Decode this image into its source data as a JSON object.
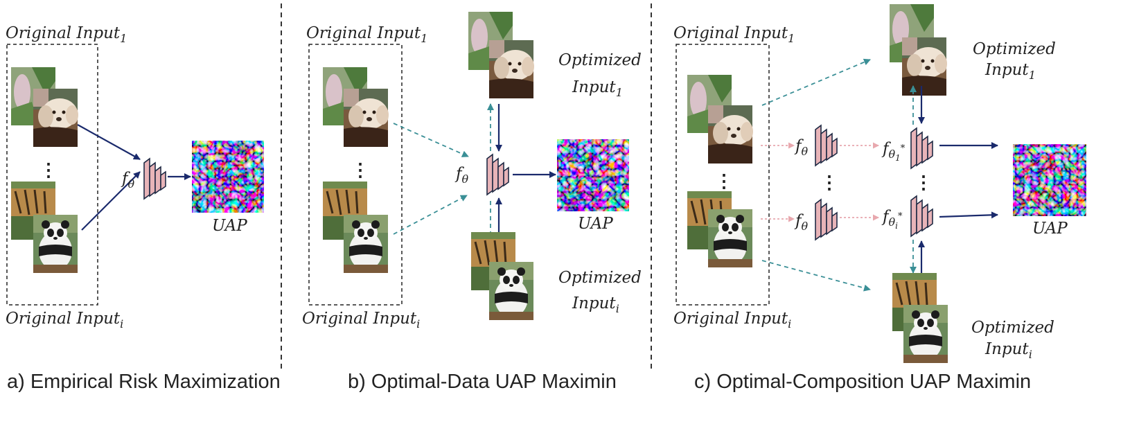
{
  "panels": [
    {
      "caption": "a) Empirical Risk Maximization",
      "original_top": {
        "base": "Original Input",
        "sub": "1"
      },
      "original_bottom": {
        "base": "Original Input",
        "sub": "i"
      },
      "model": {
        "base": "f",
        "sub": "θ"
      },
      "output": "UAP",
      "ellipsis": "⋮"
    },
    {
      "caption": "b) Optimal-Data UAP Maximin",
      "original_top": {
        "base": "Original Input",
        "sub": "1"
      },
      "original_bottom": {
        "base": "Original Input",
        "sub": "i"
      },
      "optimized_top": {
        "line1": "Optimized",
        "base": "Input",
        "sub": "1"
      },
      "optimized_bottom": {
        "line1": "Optimized",
        "base": "Input",
        "sub": "i"
      },
      "model": {
        "base": "f",
        "sub": "θ"
      },
      "output": "UAP",
      "ellipsis": "⋮"
    },
    {
      "caption": "c) Optimal-Composition UAP Maximin",
      "original_top": {
        "base": "Original Input",
        "sub": "1"
      },
      "original_bottom": {
        "base": "Original Input",
        "sub": "i"
      },
      "optimized_top": {
        "line1": "Optimized",
        "base": "Input",
        "sub": "1"
      },
      "optimized_bottom": {
        "line1": "Optimized",
        "base": "Input",
        "sub": "i"
      },
      "model_a": {
        "base": "f",
        "sub": "θ"
      },
      "model_b": {
        "base": "f",
        "sub": "θ"
      },
      "model_c": {
        "base": "f",
        "sub": "θ",
        "subsub": "1",
        "star": "*"
      },
      "model_d": {
        "base": "f",
        "sub": "θ",
        "subsub": "i",
        "star": "*"
      },
      "output": "UAP",
      "ellipsis": "⋮"
    }
  ],
  "colors": {
    "navy_arrow": "#1a2a6c",
    "teal_dashed": "#3a8f96",
    "pink_dotted": "#e8a8ae",
    "network_fill": "#e8b4b8",
    "network_stroke": "#1f2a44",
    "separator": "#333333"
  },
  "icons": {
    "network": "stacked-layer-network-icon",
    "dog_image": "dog-photo",
    "panda_image": "panda-photo",
    "uap_image": "uap-noise-pattern"
  }
}
